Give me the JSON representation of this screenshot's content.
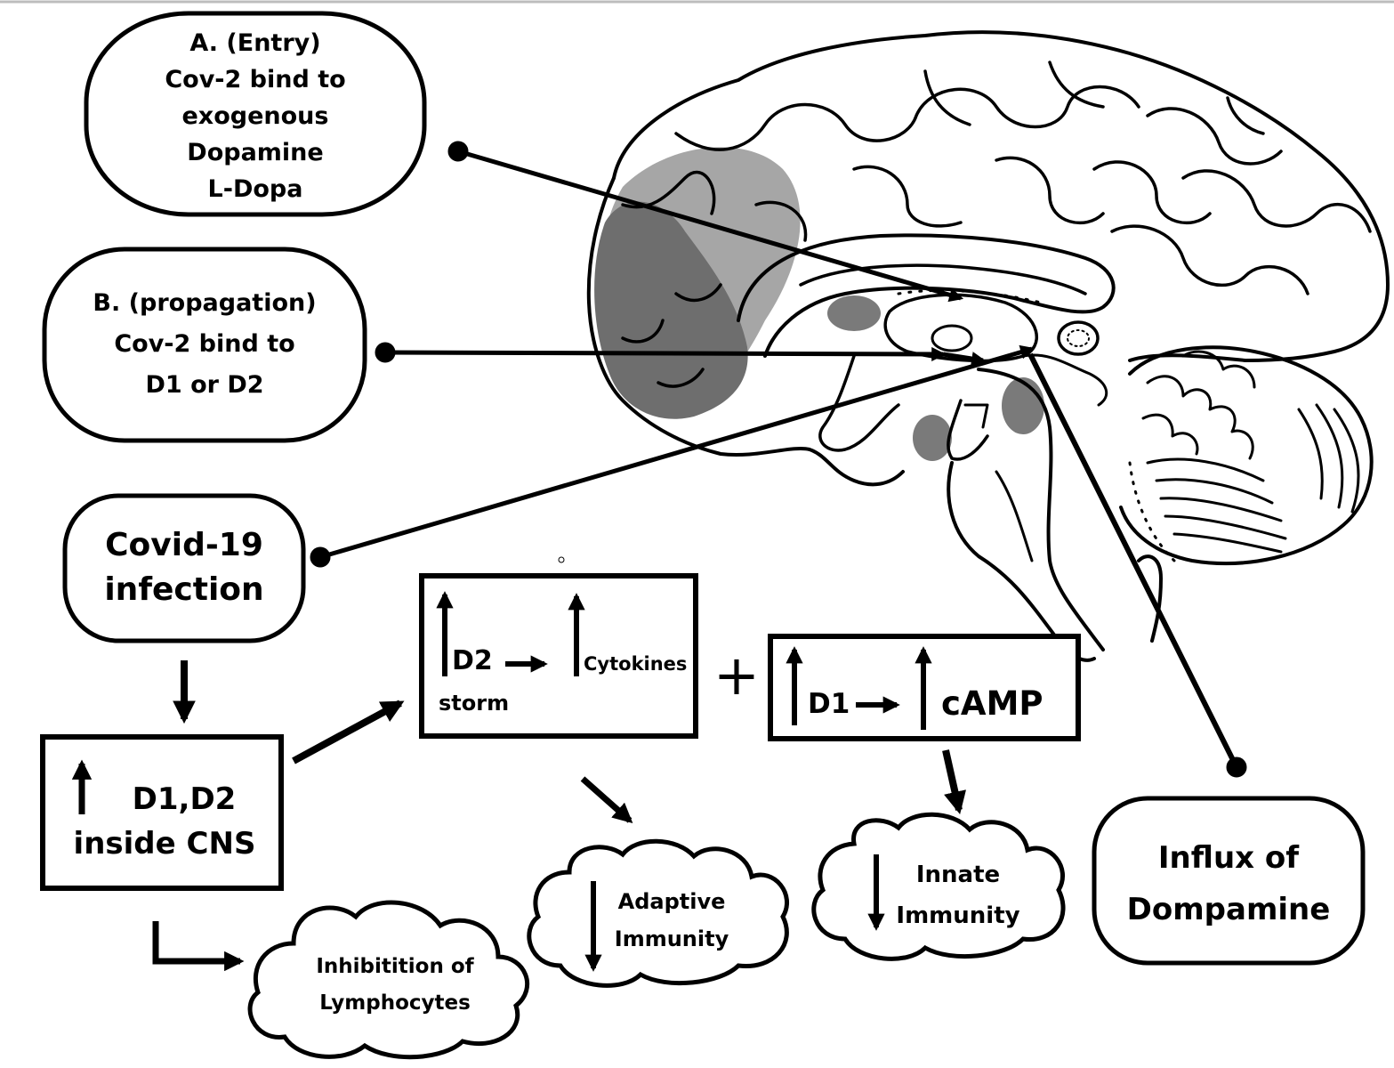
{
  "nodes": {
    "entry": {
      "lines": [
        "A. (Entry)",
        "Cov-2 bind to",
        "exogenous",
        "Dopamine",
        "L-Dopa"
      ]
    },
    "propagation": {
      "lines": [
        "B. (propagation)",
        "Cov-2 bind to",
        "D1 or D2"
      ]
    },
    "covid": {
      "lines": [
        "Covid-19",
        "infection"
      ]
    },
    "d1d2": {
      "lines": [
        "D1,D2",
        "inside CNS"
      ]
    },
    "storm": {
      "d2": "D2",
      "storm": "storm",
      "cytokines": "Cytokines"
    },
    "plus": "+",
    "camp": {
      "d1": "D1",
      "camp": "cAMP"
    },
    "lymph": {
      "lines": [
        "Inhibitition of",
        "Lymphocytes"
      ]
    },
    "adaptive": {
      "lines": [
        "Adaptive",
        "Immunity"
      ]
    },
    "innate": {
      "lines": [
        "Innate",
        "Immunity"
      ]
    },
    "influx": {
      "lines": [
        "Influx of",
        "Dompamine"
      ]
    }
  },
  "colors": {
    "ink": "#000000",
    "shade_dark": "#6e6e6e",
    "shade_light": "#a6a6a6",
    "background": "#ffffff"
  }
}
